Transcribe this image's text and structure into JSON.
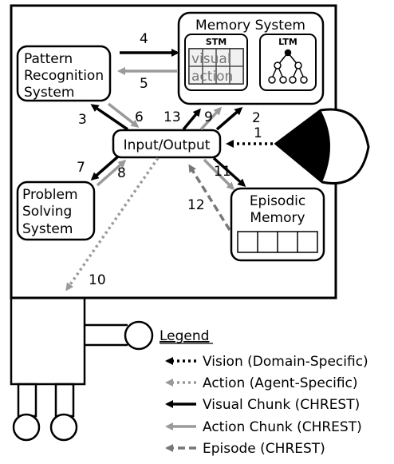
{
  "boxes": {
    "memory_system": "Memory System",
    "stm": "STM",
    "ltm": "LTM",
    "stm_cells": [
      "visual",
      "action"
    ],
    "pattern_recognition": [
      "Pattern",
      "Recognition",
      "System"
    ],
    "input_output": "Input/Output",
    "problem_solving": [
      "Problem",
      "Solving",
      "System"
    ],
    "episodic_memory": [
      "Episodic",
      "Memory"
    ]
  },
  "arrow_labels": [
    "1",
    "2",
    "3",
    "4",
    "5",
    "6",
    "7",
    "8",
    "9",
    "10",
    "11",
    "12",
    "13"
  ],
  "legend": {
    "title": "Legend",
    "items": [
      {
        "label": "Vision (Domain-Specific)",
        "color": "#000000",
        "style": "dotted"
      },
      {
        "label": "Action (Agent-Specific)",
        "color": "#9a9a9a",
        "style": "dotted"
      },
      {
        "label": "Visual Chunk (CHREST)",
        "color": "#000000",
        "style": "solid"
      },
      {
        "label": "Action Chunk (CHREST)",
        "color": "#9a9a9a",
        "style": "solid"
      },
      {
        "label": "Episode (CHREST)",
        "color": "#777777",
        "style": "dashed"
      }
    ]
  }
}
